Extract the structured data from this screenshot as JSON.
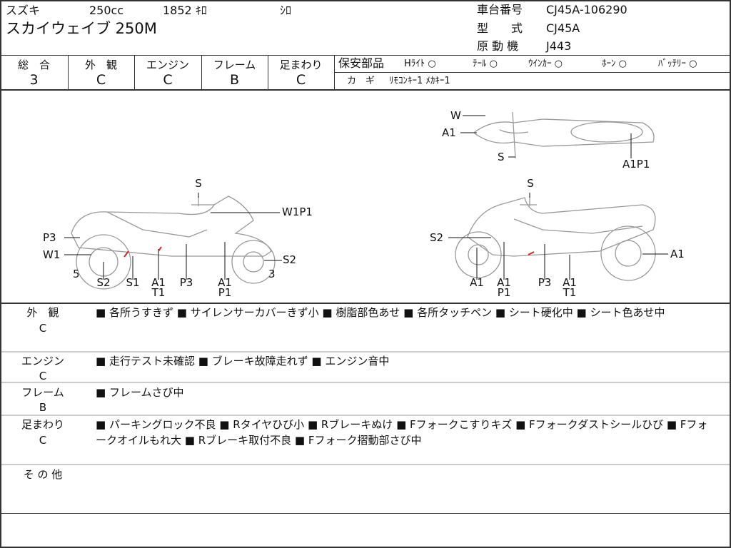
{
  "header": {
    "maker": "スズキ",
    "displacement": "250cc",
    "mileage": "1852 ｷﾛ",
    "color": "ｼﾛ",
    "model": "スカイウェイブ 250M",
    "chassis_label": "車台番号",
    "chassis_no": "CJ45A-106290",
    "type_label": "型　　式",
    "type": "CJ45A",
    "engine_label": "原 動 機",
    "engine": "J443"
  },
  "ratings": [
    {
      "label": "総　合",
      "value": "3"
    },
    {
      "label": "外　観",
      "value": "C"
    },
    {
      "label": "エンジン",
      "value": "C"
    },
    {
      "label": "フレーム",
      "value": "B"
    },
    {
      "label": "足まわり",
      "value": "C"
    }
  ],
  "safety": {
    "label": "保安部品",
    "items": [
      "Hﾗｲﾄ ○",
      "ﾃｰﾙ ○",
      "ｳｲﾝｶｰ ○",
      "ﾎｰﾝ ○",
      "ﾊﾞｯﾃﾘｰ ○"
    ]
  },
  "keys": {
    "label": "カ　ギ",
    "value": "ﾘﾓｺﾝｷｰ1 ﾒｶｷｰ1"
  },
  "diagram": {
    "left": [
      "S",
      "W1P1",
      "P3",
      "W1",
      "5",
      "S2",
      "3",
      "S2",
      "S1",
      "A1",
      "T1",
      "P3",
      "A1",
      "P1"
    ],
    "right": [
      "S",
      "S2",
      "A1",
      "A1",
      "A1",
      "P1",
      "P3",
      "A1",
      "T1"
    ],
    "top": [
      "W",
      "A1",
      "S",
      "A1P1"
    ]
  },
  "notes": [
    {
      "label": "外　観",
      "grade": "C",
      "text": "■ 各所うすきず ■ サイレンサーカバーきず小 ■ 樹脂部色あせ ■ 各所タッチペン ■ シート硬化中 ■ シート色あせ中"
    },
    {
      "label": "エンジン",
      "grade": "C",
      "text": "■ 走行テスト未確認 ■ ブレーキ故障走れず ■ エンジン音中"
    },
    {
      "label": "フレーム",
      "grade": "B",
      "text": "■ フレームさび中"
    },
    {
      "label": "足まわり",
      "grade": "C",
      "text": "■ パーキングロック不良 ■ Rタイヤひび小 ■ Rブレーキぬけ ■ Fフォークこすりキズ ■ Fフォークダストシールひび ■ Fフォークオイルもれ大 ■ Rブレーキ取付不良 ■ Fフォーク摺動部さび中"
    },
    {
      "label": "そ の 他",
      "grade": "",
      "text": ""
    }
  ]
}
